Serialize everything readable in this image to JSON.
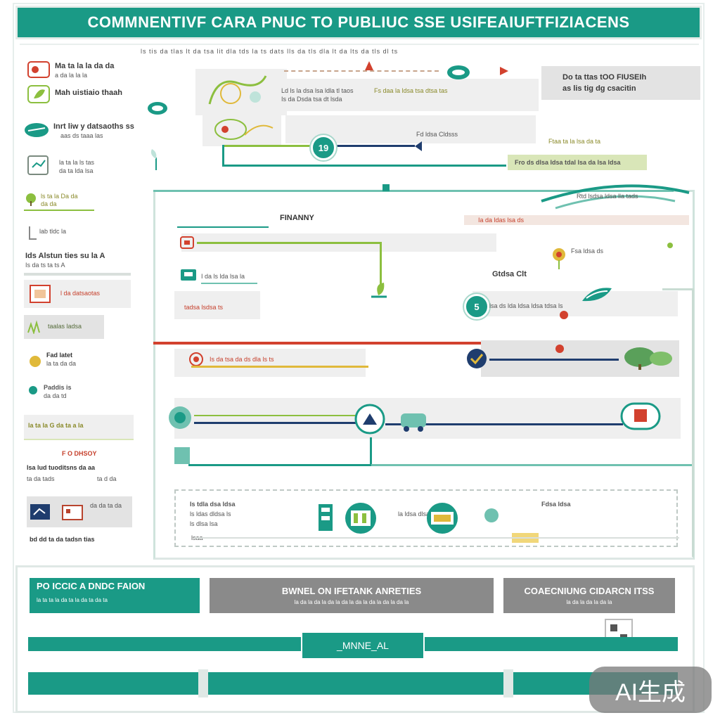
{
  "header": {
    "title": "COMMNENTIVF CARA PNUC TO PUBLIUC SSE USIFEAIUFTFIZIACENS",
    "subtitle_line": "ls tis da tlas lt da tsa lit dla tds la ts dats lls da tls dla lt da lts da tls dl ts"
  },
  "left_panel": {
    "items": [
      {
        "label": "Ma ta la la da da",
        "sub": "a da la la la"
      },
      {
        "label": "Mah uistiaio thaah",
        "sub": ""
      },
      {
        "label": "Inrt liw y datsaoths ss",
        "sub": "aas ds  taaa las"
      },
      {
        "label": "la ta la ls tas",
        "sub": "da ta lda lsa"
      },
      {
        "label": "ls ta la Da da",
        "sub": "da da"
      },
      {
        "label": "lab tldc la",
        "sub": ""
      },
      {
        "label": "Ids Alstun ties su la A",
        "sub": "Is da ts ta ts A"
      },
      {
        "label": "l da datsaotas",
        "sub": ""
      },
      {
        "label": "taalas ladsa",
        "sub": ""
      },
      {
        "label": "Fad latet",
        "sub": "la ta da da"
      },
      {
        "label": "Paddis is",
        "sub": "da da td"
      },
      {
        "label": "la ta la G da ta a la",
        "sub": ""
      },
      {
        "label": "F O DHSOY",
        "sub": "lsa lud tuoditsns da aa"
      },
      {
        "label": "ta da tads",
        "sub": "ta d da"
      },
      {
        "label": "bd dd ta da tadsn tias",
        "sub": "da da ta da"
      }
    ]
  },
  "top_right_box": {
    "line1": "Do ta ttas tOO  FIUSEIh",
    "line2": "as lis tig dg csacitin"
  },
  "diagram": {
    "step_badge_1": "19",
    "step_badge_2": "5",
    "section_header": "FINANNY",
    "row_labels": [
      "Ld ls la dsa lsa ldla tl taos",
      "Fs daa la ldsa tsa dtsa tas",
      "Is da Dsda tsa dt lsda",
      "Fd ldsa Cldsss",
      "Ftaa ta la lsa da ta",
      "Fro ds dlsa ldsa tdal lsa da lsa ldsa",
      "Rtd lsdsa ldsa lla tads",
      "Ia da ldas lsa ds",
      "Fsa ldsa ds",
      "Gtdsa Clt",
      "I da ls lda lsa la",
      "tadsa lsdsa ts",
      "lsa ds lda ldsa ldsa tdsa ls",
      "Is da tsa da ds dla ls ts"
    ],
    "dashed_box_labels": [
      "Is tdla dsa ldsa",
      "ls ldas dldsa ls",
      "ls dlsa lsa",
      "la ldsa dlsa lsa",
      "Fdsa ldsa",
      "lsaa"
    ]
  },
  "bottom": {
    "heading_1": "PO ICCIC A DNDC FAION",
    "heading_1_sub": "la ta ta la da ta la da ta da ta",
    "heading_2": "BWNEL ON IFETANK ANRETIES",
    "heading_2_sub": "la da la da la da la da la da la da la da la da la",
    "heading_3": "COAECNIUNG CIDARCN ITSS",
    "heading_3_sub": "la da la da la da la",
    "center_label": "_MNNE_AL",
    "watermark": "AI生成"
  },
  "colors": {
    "teal": "#1a9a86",
    "red": "#d2412e",
    "navy": "#1f3d6e",
    "lime": "#8cbf3f",
    "gray": "#8a8a8a",
    "light_gray": "#efefef"
  }
}
